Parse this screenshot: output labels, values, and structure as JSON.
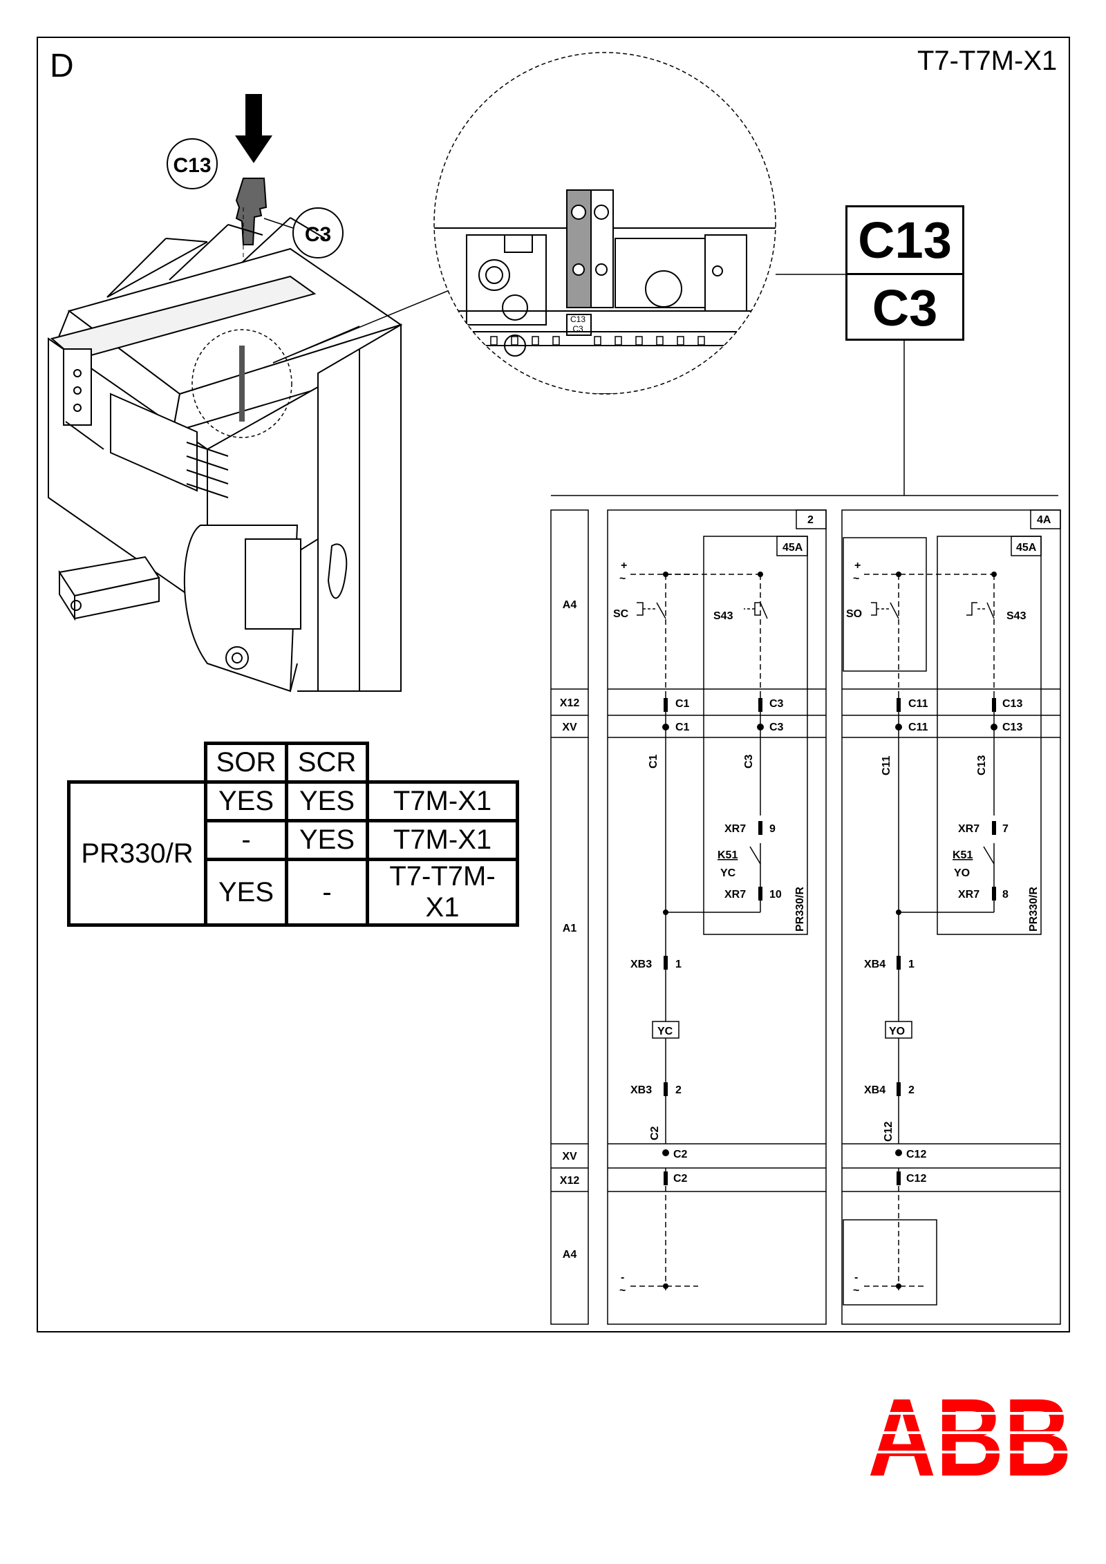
{
  "sheet": {
    "letter": "D",
    "code": "T7-T7M-X1"
  },
  "callouts": {
    "c13": "C13",
    "c3": "C3",
    "strip_c13": "C13",
    "strip_c3": "C3"
  },
  "label_box": {
    "top": "C13",
    "bottom": "C3"
  },
  "table": {
    "headers": [
      "SOR",
      "SCR"
    ],
    "row_label": "PR330/R",
    "rows": [
      [
        "YES",
        "YES",
        "T7M-X1"
      ],
      [
        "-",
        "YES",
        "T7M-X1"
      ],
      [
        "YES",
        "-",
        "T7-T7M-X1"
      ]
    ]
  },
  "schematic": {
    "left_labels": {
      "a4_top": "A4",
      "x12_top": "X12",
      "xv_top": "XV",
      "a1": "A1",
      "xv_bot": "XV",
      "x12_bot": "X12",
      "a4_bot": "A4"
    },
    "panel1": {
      "num": "2",
      "sub": "45A",
      "plus": "+",
      "tilde": "~",
      "minus": "-",
      "tilde2": "~",
      "contact_a": "SC",
      "contact_b": "S43",
      "x12_a": "C1",
      "x12_b": "C3",
      "xv_a": "C1",
      "xv_b": "C3",
      "wire_a": "C1",
      "wire_b": "C3",
      "xr_top": "XR7",
      "xr_top_num": "9",
      "relay": "K51",
      "relay_coil": "YC",
      "xr_bot": "XR7",
      "xr_bot_num": "10",
      "unit": "PR330/R",
      "xb_top": "XB3",
      "xb_top_num": "1",
      "coil": "YC",
      "xb_bot": "XB3",
      "xb_bot_num": "2",
      "wire_bot": "C2",
      "xv_bot": "C2",
      "x12_bot": "C2"
    },
    "panel2": {
      "num": "4A",
      "sub": "45A",
      "plus": "+",
      "tilde": "~",
      "minus": "-",
      "tilde2": "~",
      "contact_a": "SO",
      "contact_b": "S43",
      "x12_a": "C11",
      "x12_b": "C13",
      "xv_a": "C11",
      "xv_b": "C13",
      "wire_a": "C11",
      "wire_b": "C13",
      "xr_top": "XR7",
      "xr_top_num": "7",
      "relay": "K51",
      "relay_coil": "YO",
      "xr_bot": "XR7",
      "xr_bot_num": "8",
      "unit": "PR330/R",
      "xb_top": "XB4",
      "xb_top_num": "1",
      "coil": "YO",
      "xb_bot": "XB4",
      "xb_bot_num": "2",
      "wire_bot": "C12",
      "xv_bot": "C12",
      "x12_bot": "C12"
    }
  },
  "logo": {
    "text": "ABB",
    "color": "#ff0000"
  }
}
